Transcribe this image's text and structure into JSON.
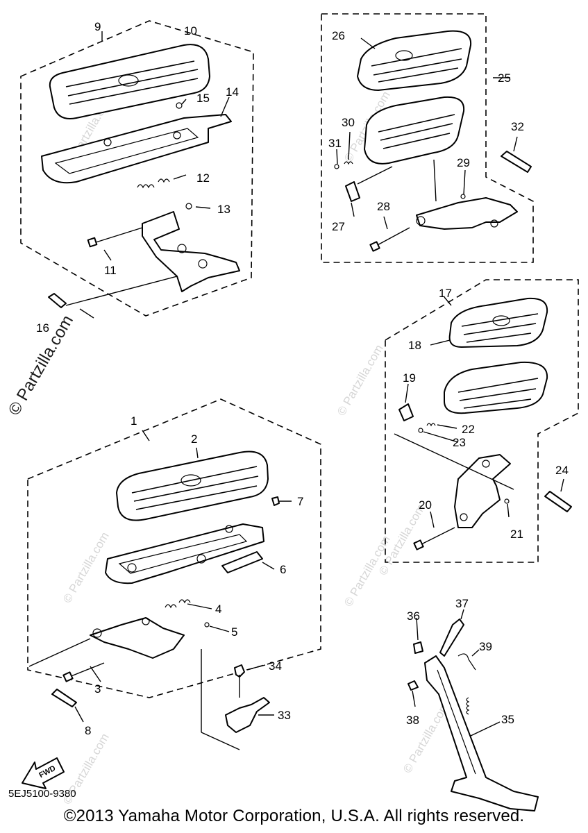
{
  "callouts": {
    "n1": "1",
    "n2": "2",
    "n3": "3",
    "n4": "4",
    "n5": "5",
    "n6": "6",
    "n7": "7",
    "n8": "8",
    "n9": "9",
    "n10": "10",
    "n11": "11",
    "n12": "12",
    "n13": "13",
    "n14": "14",
    "n15": "15",
    "n16": "16",
    "n17": "17",
    "n18": "18",
    "n19": "19",
    "n20": "20",
    "n21": "21",
    "n22": "22",
    "n23": "23",
    "n24": "24",
    "n25": "25",
    "n26": "26",
    "n27": "27",
    "n28": "28",
    "n29": "29",
    "n30": "30",
    "n31": "31",
    "n32": "32",
    "n33": "33",
    "n34": "34",
    "n35": "35",
    "n36": "36",
    "n37": "37",
    "n38": "38",
    "n39": "39"
  },
  "watermark": {
    "text": "© Partzilla.com",
    "small": "© Partzilla.com"
  },
  "fwd_label": "FWD",
  "diagram_code": "5EJ5100-9380",
  "copyright": "©2013 Yamaha Motor Corporation, U.S.A. All rights reserved."
}
